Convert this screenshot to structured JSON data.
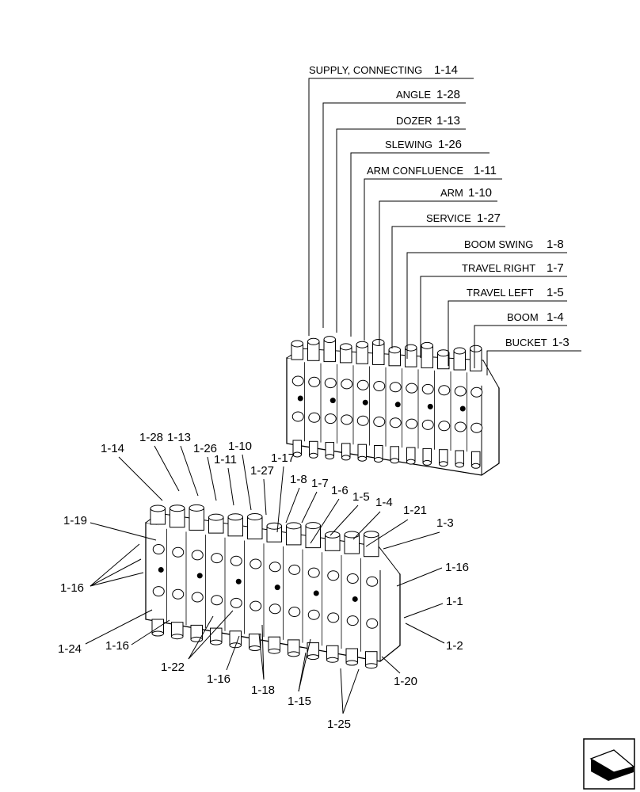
{
  "upper_callouts": [
    {
      "id": "supply-connecting",
      "name": "SUPPLY, CONNECTING",
      "ref": "1-14"
    },
    {
      "id": "angle",
      "name": "ANGLE",
      "ref": "1-28"
    },
    {
      "id": "dozer",
      "name": "DOZER",
      "ref": "1-13"
    },
    {
      "id": "slewing",
      "name": "SLEWING",
      "ref": "1-26"
    },
    {
      "id": "arm-confluence",
      "name": "ARM CONFLUENCE",
      "ref": "1-11"
    },
    {
      "id": "arm",
      "name": "ARM",
      "ref": "1-10"
    },
    {
      "id": "service",
      "name": "SERVICE",
      "ref": "1-27"
    },
    {
      "id": "boom-swing",
      "name": "BOOM SWING",
      "ref": "1-8"
    },
    {
      "id": "travel-right",
      "name": "TRAVEL RIGHT",
      "ref": "1-7"
    },
    {
      "id": "travel-left",
      "name": "TRAVEL LEFT",
      "ref": "1-5"
    },
    {
      "id": "boom",
      "name": "BOOM",
      "ref": "1-4"
    },
    {
      "id": "bucket",
      "name": "BUCKET",
      "ref": "1-3"
    }
  ],
  "lower_callouts": [
    "1-14",
    "1-28",
    "1-13",
    "1-26",
    "1-11",
    "1-10",
    "1-27",
    "1-17",
    "1-8",
    "1-7",
    "1-6",
    "1-5",
    "1-4",
    "1-21",
    "1-3",
    "1-19",
    "1-16",
    "1-16",
    "1-1",
    "1-2",
    "1-24",
    "1-16",
    "1-22",
    "1-16",
    "1-18",
    "1-15",
    "1-20",
    "1-25"
  ],
  "nav_icon": "page-forward-arrow-icon"
}
